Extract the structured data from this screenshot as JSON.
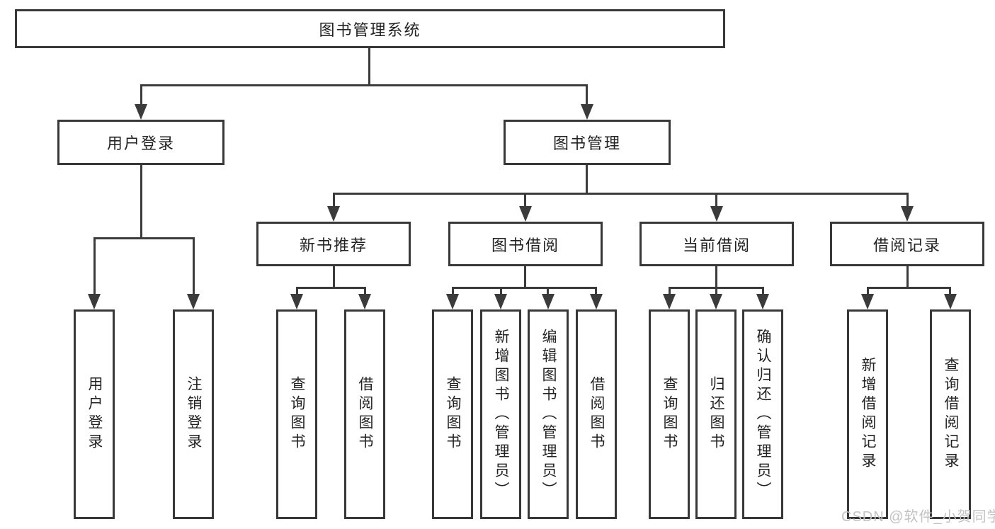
{
  "diagram": {
    "root": {
      "label": "图书管理系统"
    },
    "level2": [
      {
        "label": "用户登录"
      },
      {
        "label": "图书管理"
      }
    ],
    "level3": [
      {
        "label": "新书推荐",
        "parent": "图书管理"
      },
      {
        "label": "图书借阅",
        "parent": "图书管理"
      },
      {
        "label": "当前借阅",
        "parent": "图书管理"
      },
      {
        "label": "借阅记录",
        "parent": "图书管理"
      }
    ],
    "leaves": [
      {
        "label": "用户登录",
        "parent": "用户登录"
      },
      {
        "label": "注销登录",
        "parent": "用户登录"
      },
      {
        "label": "查询图书",
        "parent": "新书推荐"
      },
      {
        "label": "借阅图书",
        "parent": "新书推荐"
      },
      {
        "label": "查询图书",
        "parent": "图书借阅"
      },
      {
        "label": "新增图书（管理员）",
        "parent": "图书借阅"
      },
      {
        "label": "编辑图书（管理员）",
        "parent": "图书借阅"
      },
      {
        "label": "借阅图书",
        "parent": "图书借阅"
      },
      {
        "label": "查询图书",
        "parent": "当前借阅"
      },
      {
        "label": "归还图书",
        "parent": "当前借阅"
      },
      {
        "label": "确认归还（管理员）",
        "parent": "当前借阅"
      },
      {
        "label": "新增借阅记录",
        "parent": "借阅记录"
      },
      {
        "label": "查询借阅记录",
        "parent": "借阅记录"
      }
    ],
    "watermark": "CSDN @软件_小贺同学",
    "colors": {
      "line": "#3b3b3b",
      "box_border": "#383838",
      "background": "#ffffff",
      "text": "#222222",
      "watermark": "#c3c3c3"
    }
  }
}
